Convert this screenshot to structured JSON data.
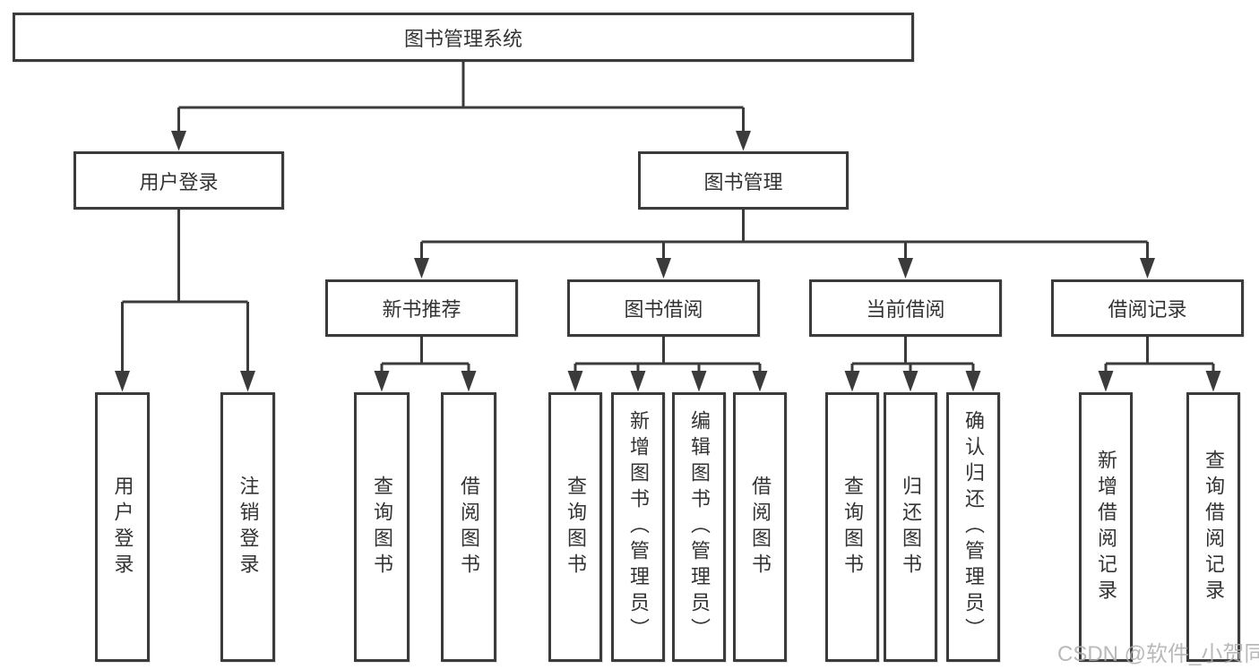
{
  "tree": {
    "label": "图书管理系统",
    "children": [
      {
        "label": "用户登录",
        "children": [
          {
            "label": "用户登录"
          },
          {
            "label": "注销登录"
          }
        ]
      },
      {
        "label": "图书管理",
        "children": [
          {
            "label": "新书推荐",
            "children": [
              {
                "label": "查询图书"
              },
              {
                "label": "借阅图书"
              }
            ]
          },
          {
            "label": "图书借阅",
            "children": [
              {
                "label": "查询图书"
              },
              {
                "label": "新增图书（管理员）"
              },
              {
                "label": "编辑图书（管理员）"
              },
              {
                "label": "借阅图书"
              }
            ]
          },
          {
            "label": "当前借阅",
            "children": [
              {
                "label": "查询图书"
              },
              {
                "label": "归还图书"
              },
              {
                "label": "确认归还（管理员）"
              }
            ]
          },
          {
            "label": "借阅记录",
            "children": [
              {
                "label": "新增借阅记录"
              },
              {
                "label": "查询借阅记录"
              }
            ]
          }
        ]
      }
    ]
  },
  "watermark": {
    "text": "CSDN @软件_小贺同学"
  },
  "colors": {
    "line": "#3b3b3b",
    "text": "#333333",
    "watermark": "#adadad",
    "background": "#ffffff"
  }
}
